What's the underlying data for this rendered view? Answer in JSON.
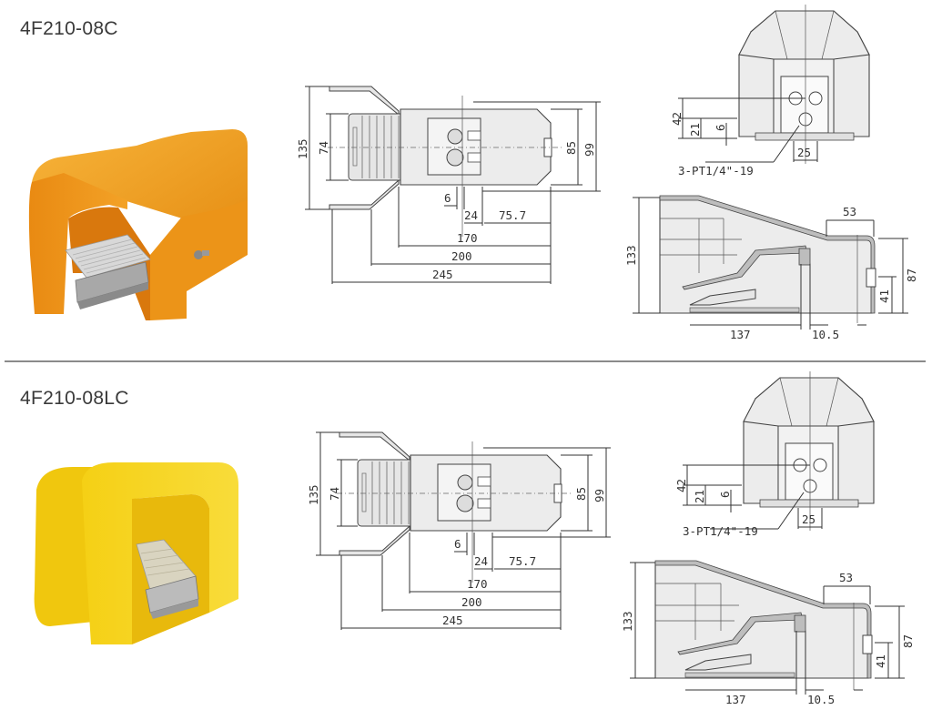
{
  "sections": [
    {
      "model": "4F210-08C",
      "cover_color": "#f0a020",
      "top_view": {
        "dims": {
          "total_width": "135",
          "pedal_width": "74",
          "body_width_inner": "85",
          "body_width_outer": "99",
          "offset_6": "6",
          "offset_24": "24",
          "len_75_7": "75.7",
          "len_170": "170",
          "len_200": "200",
          "len_245": "245"
        }
      },
      "front_view": {
        "dims": {
          "height_42": "42",
          "height_21": "21",
          "height_6": "6",
          "spacing_25": "25"
        },
        "port_label": "3-PT1/4\"-19"
      },
      "side_view": {
        "dims": {
          "height_133": "133",
          "width_53": "53",
          "height_87": "87",
          "height_41": "41",
          "len_137": "137",
          "len_10_5": "10.5"
        }
      }
    },
    {
      "model": "4F210-08LC",
      "cover_color": "#f6d21c",
      "top_view": {
        "dims": {
          "total_width": "135",
          "pedal_width": "74",
          "body_width_inner": "85",
          "body_width_outer": "99",
          "offset_6": "6",
          "offset_24": "24",
          "len_75_7": "75.7",
          "len_170": "170",
          "len_200": "200",
          "len_245": "245"
        }
      },
      "front_view": {
        "dims": {
          "height_42": "42",
          "height_21": "21",
          "height_6": "6",
          "spacing_25": "25"
        },
        "port_label": "3-PT1/4\"-19"
      },
      "side_view": {
        "dims": {
          "height_133": "133",
          "width_53": "53",
          "height_87": "87",
          "height_41": "41",
          "len_137": "137",
          "len_10_5": "10.5"
        }
      }
    }
  ]
}
